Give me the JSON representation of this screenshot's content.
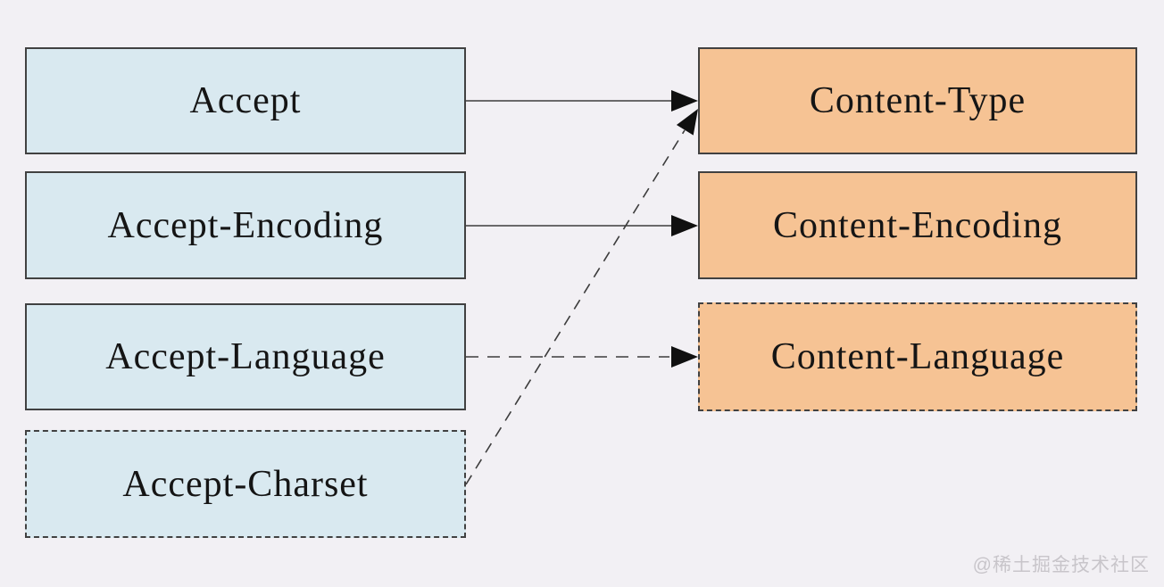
{
  "diagram": {
    "request_headers": [
      {
        "label": "Accept",
        "border": "solid"
      },
      {
        "label": "Accept-Encoding",
        "border": "solid"
      },
      {
        "label": "Accept-Language",
        "border": "solid"
      },
      {
        "label": "Accept-Charset",
        "border": "dashed"
      }
    ],
    "response_headers": [
      {
        "label": "Content-Type",
        "border": "solid"
      },
      {
        "label": "Content-Encoding",
        "border": "solid"
      },
      {
        "label": "Content-Language",
        "border": "dashed"
      }
    ],
    "connections": [
      {
        "from": "Accept",
        "to": "Content-Type",
        "line": "solid"
      },
      {
        "from": "Accept-Encoding",
        "to": "Content-Encoding",
        "line": "solid"
      },
      {
        "from": "Accept-Language",
        "to": "Content-Language",
        "line": "dashed"
      },
      {
        "from": "Accept-Charset",
        "to": "Content-Type",
        "line": "dashed"
      }
    ]
  },
  "watermark": "@稀土掘金技术社区",
  "colors": {
    "background": "#f2f0f4",
    "request_box_fill": "#d9e9f0",
    "response_box_fill": "#f6c394",
    "border": "#414141",
    "text": "#151515",
    "arrow": "#3c3c3c",
    "arrowhead": "#101010",
    "watermark": "#c8c5ca"
  }
}
